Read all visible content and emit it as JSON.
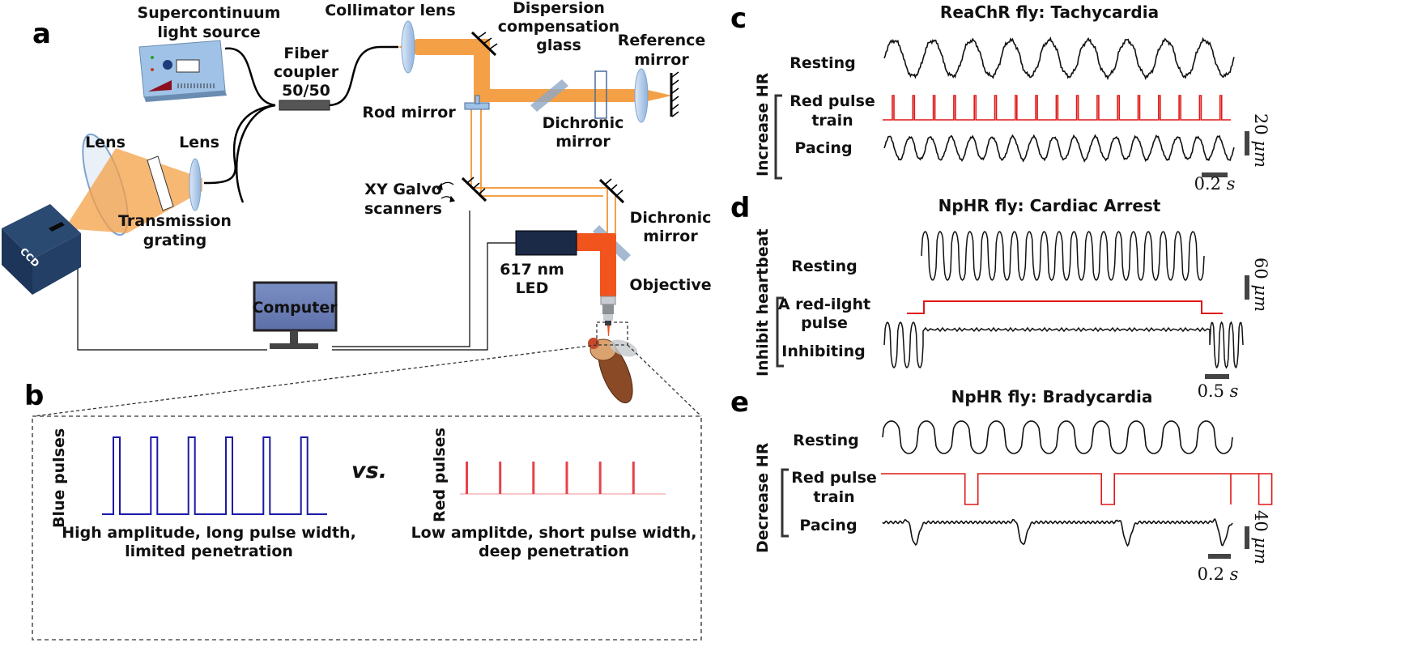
{
  "panels": {
    "a": "a",
    "b": "b",
    "c": "c",
    "d": "d",
    "e": "e"
  },
  "setup": {
    "light_source": [
      "Supercontinuum",
      "light source"
    ],
    "collimator": "Collimator lens",
    "dispersion": [
      "Dispersion",
      "compensation",
      "glass"
    ],
    "reference_mirror": [
      "Reference",
      "mirror"
    ],
    "fiber_coupler": [
      "Fiber",
      "coupler",
      "50/50"
    ],
    "rod_mirror": "Rod mirror",
    "dichroic1": [
      "Dichronic",
      "mirror"
    ],
    "lens_left": "Lens",
    "lens_right": "Lens",
    "galvo": [
      "XY Galvo",
      "scanners"
    ],
    "grating": [
      "Transmission",
      "grating"
    ],
    "dichroic2": [
      "Dichronic",
      "mirror"
    ],
    "ccd": "CCD",
    "led": [
      "617 nm",
      "LED"
    ],
    "objective": "Objective",
    "computer": "Computer"
  },
  "comparison": {
    "blue_axis": "Blue pulses",
    "red_axis": "Red pulses",
    "vs": "vs.",
    "blue_caption": [
      "High amplitude, long pulse width,",
      "limited penetration"
    ],
    "red_caption": [
      "Low amplitde, short pulse width,",
      "deep penetration"
    ],
    "blue_color": "#1a1aa6",
    "red_color": "#e8424a",
    "blue_pulse_count": 6,
    "red_pulse_count": 6
  },
  "traces": {
    "c": {
      "title": "ReaChR fly: Tachycardia",
      "side": "Increase HR",
      "resting": "Resting",
      "stim": [
        "Red pulse",
        "train"
      ],
      "pacing": "Pacing",
      "scale_y": "20",
      "scale_y_unit": "μm",
      "scale_x": "0.2",
      "scale_x_unit": "s",
      "resting_beats": 9,
      "stim_pulses": 17,
      "pacing_beats": 17
    },
    "d": {
      "title": "NpHR fly: Cardiac Arrest",
      "side": "Inhibit heartbeat",
      "resting": "Resting",
      "stim": [
        "A red-ilght",
        "pulse"
      ],
      "pacing": "Inhibiting",
      "scale_y": "60",
      "scale_y_unit": "μm",
      "scale_x": "0.5",
      "scale_x_unit": "s",
      "resting_beats": 19
    },
    "e": {
      "title": "NpHR fly: Bradycardia",
      "side": "Decrease HR",
      "resting": "Resting",
      "stim": [
        "Red pulse",
        "train"
      ],
      "pacing": "Pacing",
      "scale_y": "40",
      "scale_y_unit": "μm",
      "scale_x": "0.2",
      "scale_x_unit": "s",
      "resting_beats": 10,
      "stim_pulses": 3,
      "pacing_beats": 3
    }
  },
  "colors": {
    "beam": "#f4a046",
    "fiber": "#000000",
    "led_beam": "#f2541d",
    "trace": "#111111",
    "stim": "#e01818",
    "optic": "#a9c5e8"
  }
}
